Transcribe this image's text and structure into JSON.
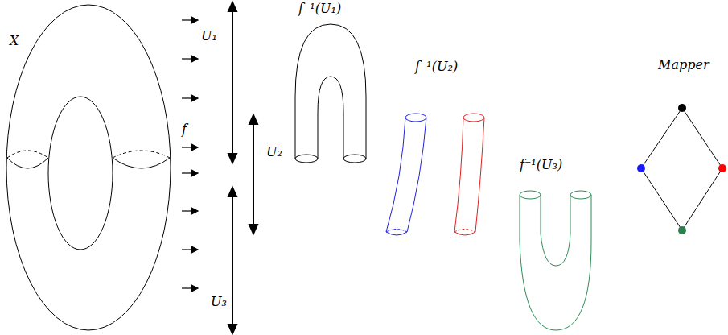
{
  "diagram": {
    "labels": [
      "X",
      "f",
      "U₁",
      "U₂",
      "U₃",
      "f⁻¹(U₁)",
      "f⁻¹(U₂)",
      "f⁻¹(U₃)",
      "Mapper"
    ]
  }
}
